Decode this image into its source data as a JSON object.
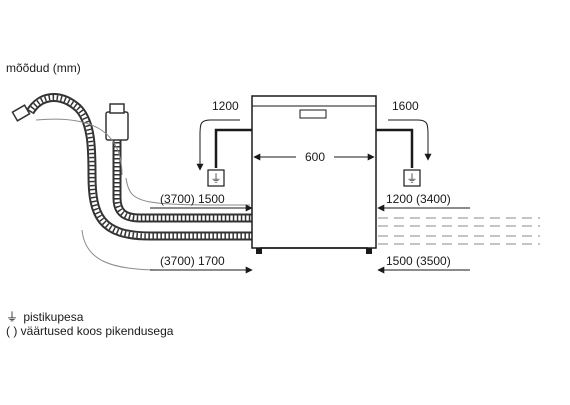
{
  "title": "mõõdud (mm)",
  "dimensions": {
    "drain_left_height": "1200",
    "drain_right_height": "1600",
    "appliance_width": "600",
    "upper_left": "(3700) 1500",
    "upper_right": "1200 (3400)",
    "lower_left": "(3700) 1700",
    "lower_right": "1500 (3500)"
  },
  "legend": {
    "socket_symbol": "⏚",
    "socket_label": "pistikupesa",
    "extension_symbol": "( )",
    "extension_label": "väärtused koos pikendusega"
  },
  "colors": {
    "line": "#1a1a1a",
    "dim_line": "#8a8a8a",
    "hose": "#333333"
  }
}
